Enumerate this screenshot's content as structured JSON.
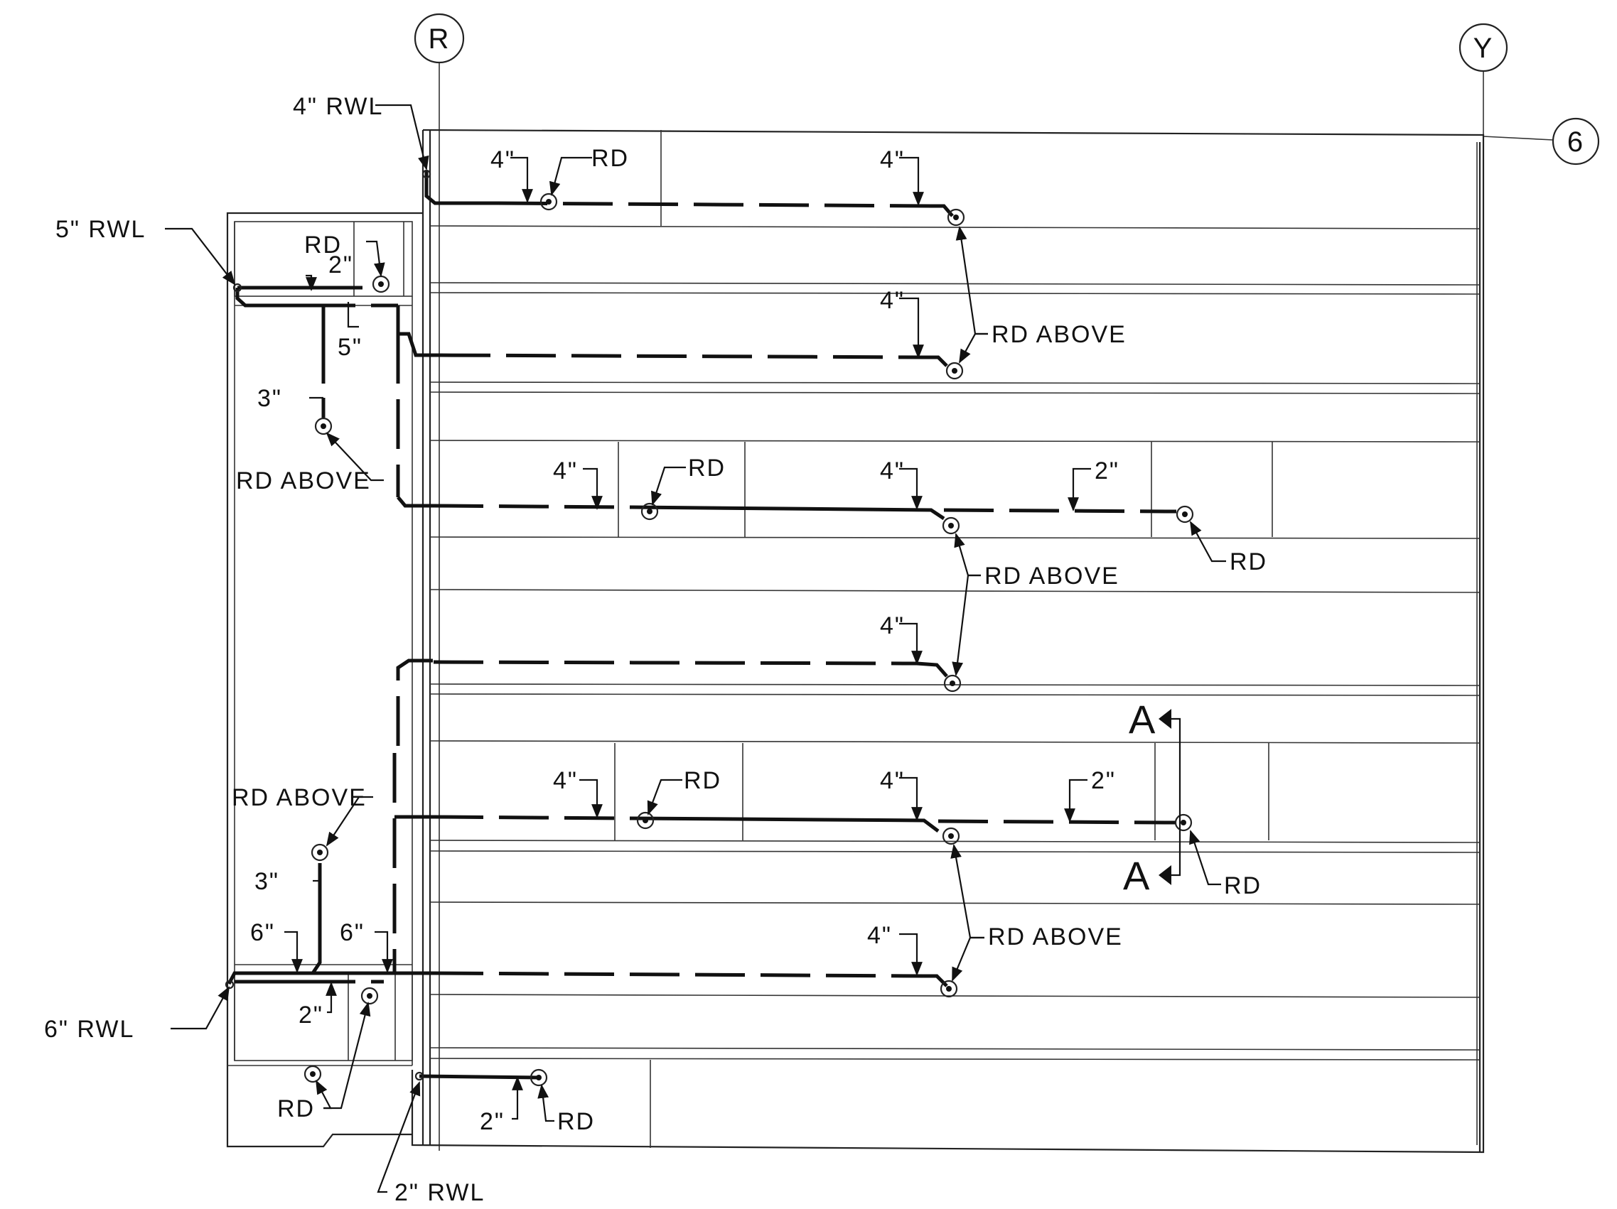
{
  "grid_markers": {
    "col_r": "R",
    "col_y": "Y",
    "row_6": "6"
  },
  "rwl_labels": {
    "rwl_4": "4\" RWL",
    "rwl_5": "5\" RWL",
    "rwl_6": "6\" RWL",
    "rwl_2": "2\" RWL"
  },
  "drain_labels": {
    "rd": "RD",
    "rd_above": "RD ABOVE"
  },
  "pipe_sizes": {
    "s2": "2\"",
    "s3": "3\"",
    "s4": "4\"",
    "s5": "5\"",
    "s6": "6\""
  },
  "section_marker": "A"
}
